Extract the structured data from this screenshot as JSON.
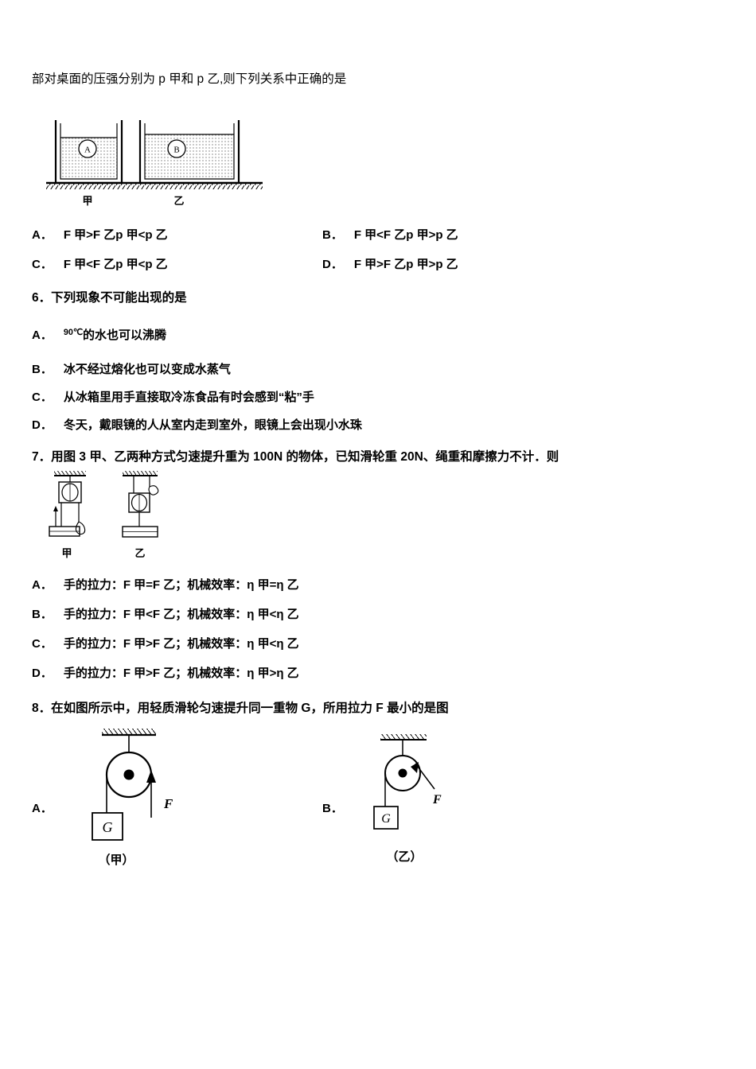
{
  "q5": {
    "stem_tail": "部对桌面的压强分别为 p 甲和 p 乙,则下列关系中正确的是",
    "figure": {
      "label_left": "甲",
      "label_right": "乙",
      "ball_left": "A",
      "ball_right": "B"
    },
    "options": [
      {
        "key": "A．",
        "text": "F 甲>F 乙p 甲<p 乙"
      },
      {
        "key": "B．",
        "text": "F 甲<F 乙p 甲>p 乙"
      },
      {
        "key": "C．",
        "text": "F 甲<F 乙p 甲<p 乙"
      },
      {
        "key": "D．",
        "text": "F 甲>F 乙p 甲>p 乙"
      }
    ]
  },
  "q6": {
    "number": "6．",
    "stem": "下列现象不可能出现的是",
    "optA_key": "A．",
    "optA_sup": "90℃",
    "optA_text": "的水也可以沸腾",
    "options": [
      {
        "key": "B．",
        "text": "冰不经过熔化也可以变成水蒸气"
      },
      {
        "key": "C．",
        "text": "从冰箱里用手直接取冷冻食品有时会感到“粘”手"
      },
      {
        "key": "D．",
        "text": "冬天，戴眼镜的人从室内走到室外，眼镜上会出现小水珠"
      }
    ]
  },
  "q7": {
    "number": "7．",
    "stem": "用图 3 甲、乙两种方式匀速提升重为 100N 的物体，已知滑轮重 20N、绳重和摩擦力不计．则",
    "figure": {
      "label_left": "甲",
      "label_right": "乙"
    },
    "options": [
      {
        "key": "A．",
        "text": "手的拉力：F 甲=F 乙；机械效率：η 甲=η 乙"
      },
      {
        "key": "B．",
        "text": "手的拉力：F 甲<F 乙；机械效率：η 甲<η 乙"
      },
      {
        "key": "C．",
        "text": "手的拉力：F 甲>F 乙；机械效率：η 甲<η 乙"
      },
      {
        "key": "D．",
        "text": "手的拉力：F 甲>F 乙；机械效率：η 甲>η 乙"
      }
    ]
  },
  "q8": {
    "number": "8．",
    "stem": "在如图所示中，用轻质滑轮匀速提升同一重物 G，所用拉力 F 最小的是图",
    "optA_key": "A．",
    "optB_key": "B．",
    "figureA": {
      "weight_label": "G",
      "force_label": "F",
      "caption": "（甲）"
    },
    "figureB": {
      "weight_label": "G",
      "force_label": "F",
      "caption": "（乙）"
    }
  }
}
